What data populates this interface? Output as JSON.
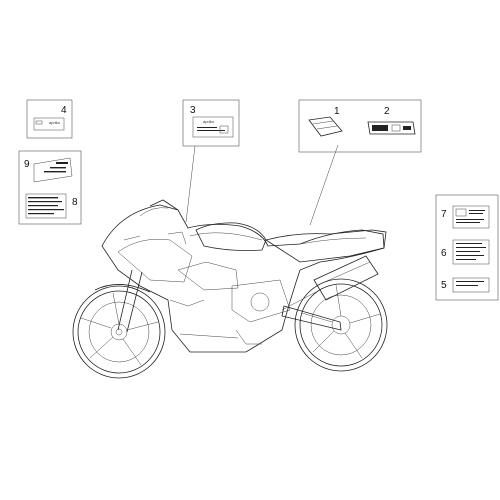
{
  "diagram": {
    "callouts": {
      "c1": "1",
      "c2": "2",
      "c3": "3",
      "c4": "4",
      "c5": "5",
      "c6": "6",
      "c7": "7",
      "c8": "8",
      "c9": "9"
    },
    "decal_text": {
      "aprilia_logo_small": "aprilia",
      "aprilia_logo_label3": "aprilia"
    },
    "colors": {
      "line": "#222222",
      "background": "#ffffff"
    }
  }
}
